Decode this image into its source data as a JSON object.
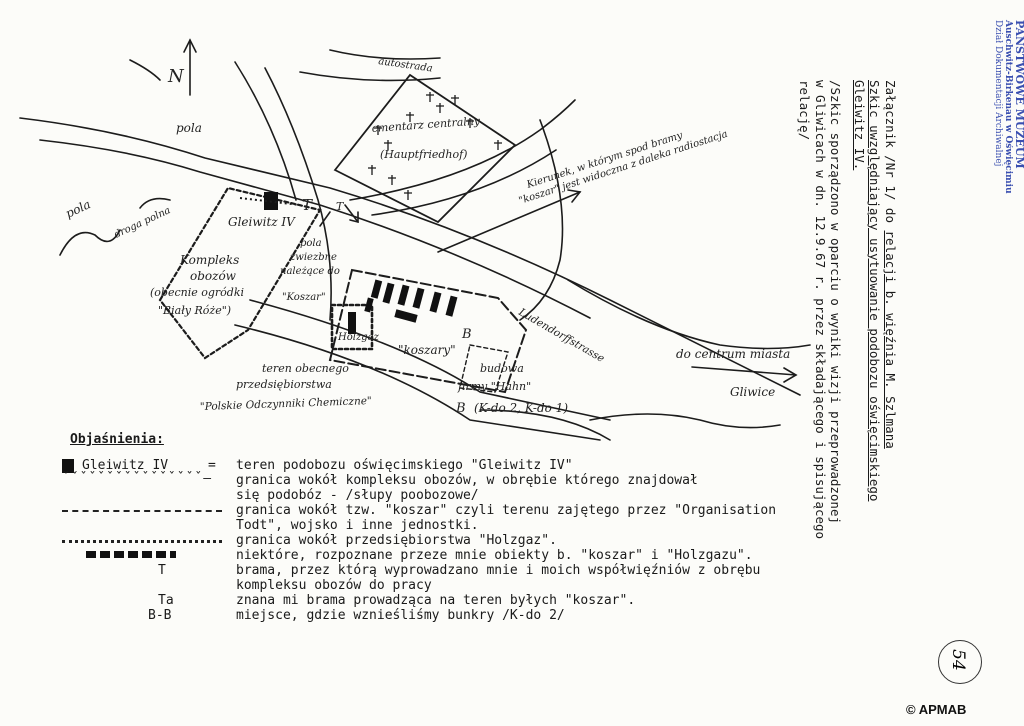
{
  "map": {
    "north_label": "N",
    "autostrada": "autostrada",
    "pola_top": "pola",
    "pola_left": "pola",
    "droga_polna": "droga polna",
    "cemetery_line1": "cmentarz centralny",
    "cemetery_line2": "(Hauptfriedhof)",
    "gleiwitz_label": "Gleiwitz IV",
    "t_gate": "T",
    "ta_gate": "T",
    "direction_line1": "Kierunek, w którym spod bramy",
    "direction_line2": "\"koszar\" jest widoczna z daleka radiostacja",
    "kompleks_line1": "Kompleks",
    "kompleks_line2": "obozów",
    "kompleks_line3": "(obecnie ogródki",
    "kompleks_line4": "\"Biały Róże\")",
    "pola_zwiezbne_line1": "pola",
    "pola_zwiezbne_line2": "żwiezbne",
    "pola_zwiezbne_line3": "należące do",
    "pola_zwiezbne_line4": "\"Koszar\"",
    "holzgaz": "Holzgaz",
    "koszary": "\"koszary\"",
    "budowa_line1": "budowa",
    "budowa_line2": "firmy \"Hahn\"",
    "kdo": "(K-do 2, K-do 1)",
    "b_upper": "B",
    "b_lower": "B",
    "ludendorff": "Ludendorffstrasse",
    "centrum": "do centrum miasta",
    "gliwice": "Gliwice",
    "teren_line1": "teren obecnego",
    "teren_line2": "przedsiębiorstwa",
    "teren_line3": "\"Polskie Odczynniki Chemiczne\""
  },
  "header_text": {
    "line1_a": "Załącznik /Nr 1/ do ",
    "line1_b": "relacji b. więźnia M. Szlmana",
    "line2": "Szkic uwzględniający usytuowanie podobozu oświęcimskiego",
    "line3": "Gleiwitz IV.",
    "line4": "/Szkic sporządzono w oparciu o wyniki wizji przeprowadzonej",
    "line5": "w Gliwicach w dn. 12.9.67 r. przez składającego i spisującego",
    "line6": "relację/"
  },
  "legend": {
    "title": "Objaśnienia:",
    "gleiwitz_sym": "Gleiwitz IV",
    "eq": "=",
    "row1": "teren podobozu oświęcimskiego \"Gleiwitz IV\"",
    "row2a": "granica wokół kompleksu obozów, w obrębie którego znajdował",
    "row2b": "się podobóz - /słupy poobozowe/",
    "row3a": "granica wokół tzw. \"koszar\" czyli terenu zajętego przez \"Organisation",
    "row3b": "Todt\", wojsko i inne jednostki.",
    "row4": "granica wokół przedsiębiorstwa \"Holzgaz\".",
    "row5": "niektóre, rozpoznane przeze mnie obiekty b. \"koszar\" i \"Holzgazu\".",
    "row6_sym": "T",
    "row6a": "brama, przez którą wyprowadzano mnie i moich współwięźniów z obrębu",
    "row6b": "kompleksu obozów do pracy",
    "row7_sym": "Ta",
    "row7": "znana mi brama prowadząca na teren byłych \"koszar\".",
    "row8_sym": "B-B",
    "row8": "miejsce, gdzie wznieśliśmy bunkry /K-do 2/"
  },
  "stamp": {
    "line1": "PAŃSTWOWE MUZEUM",
    "line2": "Auschwitz-Birkenau w Oświęcimiu",
    "line3": "Dział Dokumentacji Archiwalnej"
  },
  "page_number": "54",
  "copyright": "© APMAB",
  "colors": {
    "ink": "#1a1a1a",
    "stamp": "#3a4fb0",
    "paper": "#fcfcf9"
  }
}
